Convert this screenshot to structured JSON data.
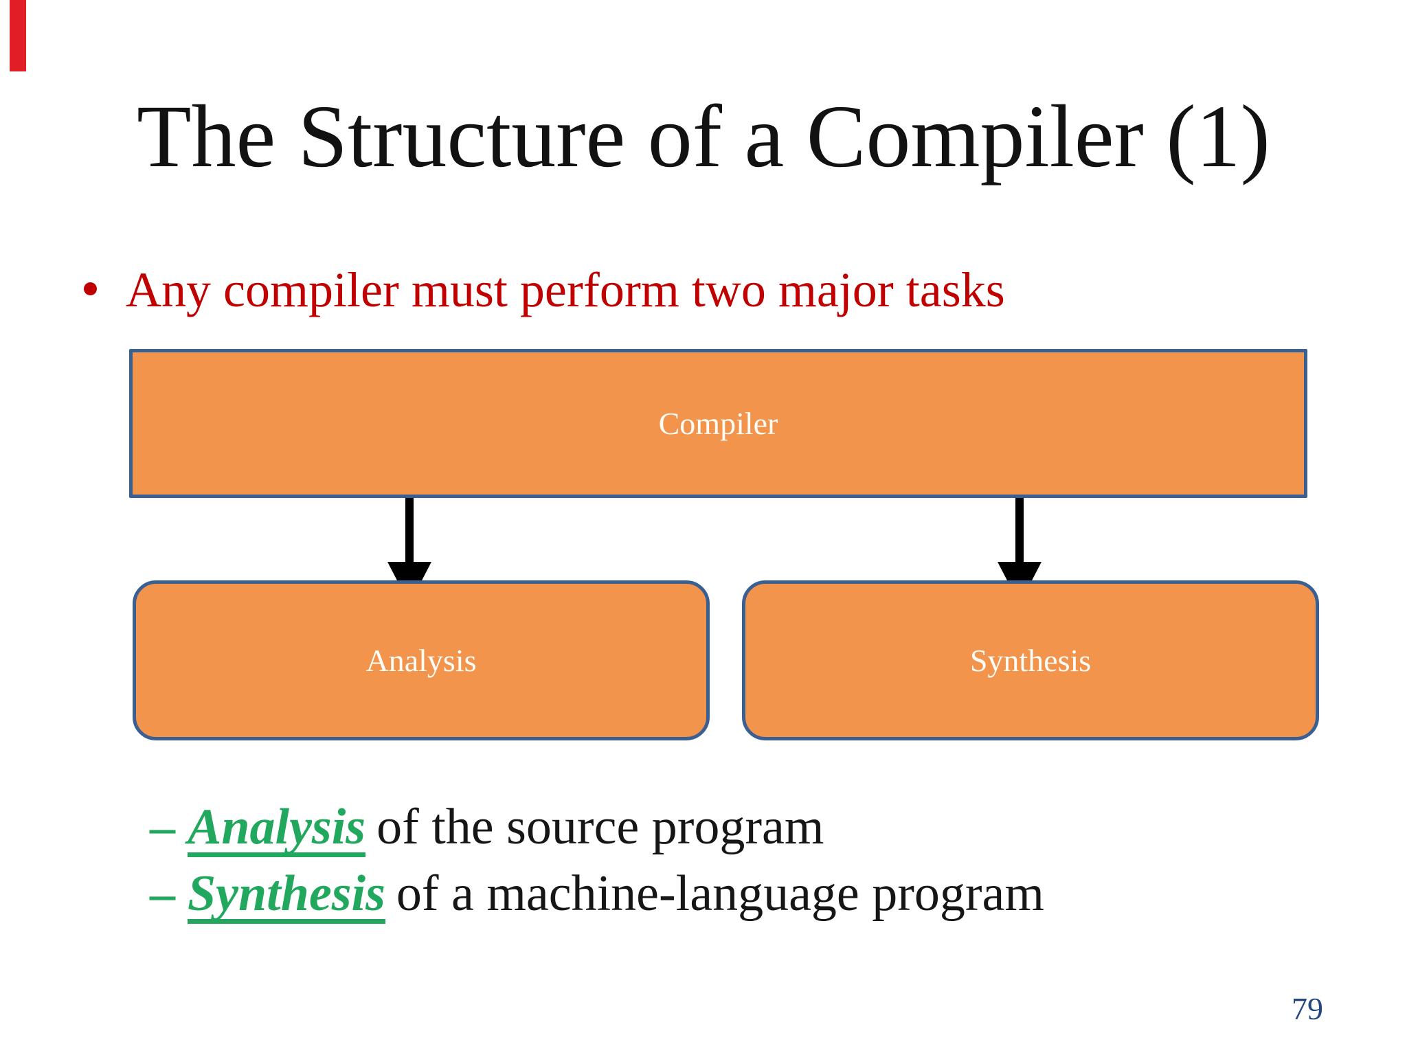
{
  "slide": {
    "title": "The Structure of a Compiler (1)",
    "bullet": "Any compiler must perform two major tasks",
    "diagram": {
      "compiler_label": "Compiler",
      "analysis_label": "Analysis",
      "synthesis_label": "Synthesis"
    },
    "sub_bullets": [
      {
        "dash": "–",
        "term": "Analysis",
        "rest": "of the source program"
      },
      {
        "dash": "–",
        "term": "Synthesis",
        "rest": "of a machine-language program"
      }
    ],
    "page_number": "79",
    "colors": {
      "bullet_red": "#c00000",
      "term_green": "#22a85e",
      "box_fill_orange": "#f2944c",
      "box_border_blue": "#3a5f92",
      "arrow_black": "#000000",
      "page_number_navy": "#24477d",
      "corner_marker_red": "#e11d25"
    }
  }
}
